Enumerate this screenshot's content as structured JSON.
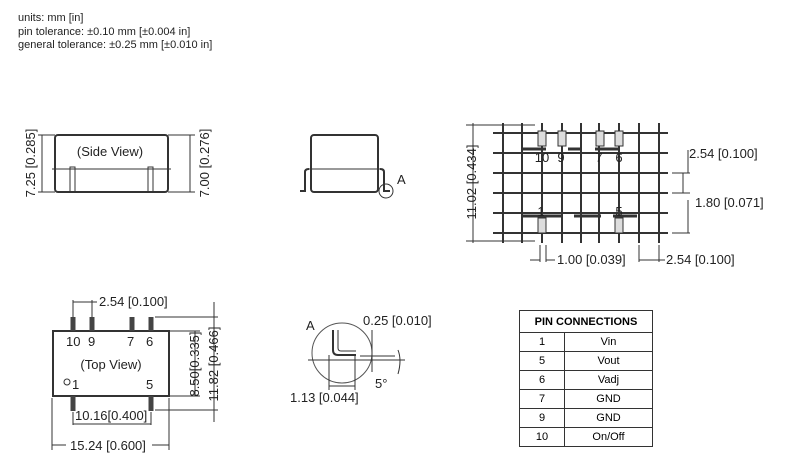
{
  "notes": [
    "units: mm [in]",
    "pin tolerance: ±0.10 mm [±0.004 in]",
    "general tolerance: ±0.25 mm [±0.010 in]"
  ],
  "side_view": {
    "label": "(Side View)",
    "dim_left": "7.25 [0.285]",
    "dim_right": "7.00 [0.276]"
  },
  "end_view": {
    "detail_marker": "A"
  },
  "footprint": {
    "pin_labels_top": [
      "10",
      "9",
      "7",
      "6"
    ],
    "pin_labels_bottom": [
      "1",
      "5"
    ],
    "dim_height": "11.02 [0.434]",
    "dim_pitch_v": "2.54 [0.100]",
    "dim_pad": "1.80 [0.071]",
    "dim_width": "1.00 [0.039]",
    "dim_pitch_h": "2.54 [0.100]"
  },
  "top_view": {
    "label": "(Top View)",
    "pin_labels_top": [
      "10",
      "9",
      "7",
      "6"
    ],
    "pin_labels_bottom": [
      "1",
      "5"
    ],
    "dim_pitch": "2.54 [0.100]",
    "dim_body_h": "8.50[0.335]",
    "dim_total_h": "11.82 [0.466]",
    "dim_pin_span": "10.16[0.400]",
    "dim_body_w": "15.24 [0.600]"
  },
  "detail_a": {
    "label": "A",
    "dim_thickness": "0.25 [0.010]",
    "dim_foot": "1.13 [0.044]",
    "angle": "5°"
  },
  "pin_table": {
    "title": "PIN CONNECTIONS",
    "rows": [
      [
        "1",
        "Vin"
      ],
      [
        "5",
        "Vout"
      ],
      [
        "6",
        "Vadj"
      ],
      [
        "7",
        "GND"
      ],
      [
        "9",
        "GND"
      ],
      [
        "10",
        "On/Off"
      ]
    ]
  }
}
